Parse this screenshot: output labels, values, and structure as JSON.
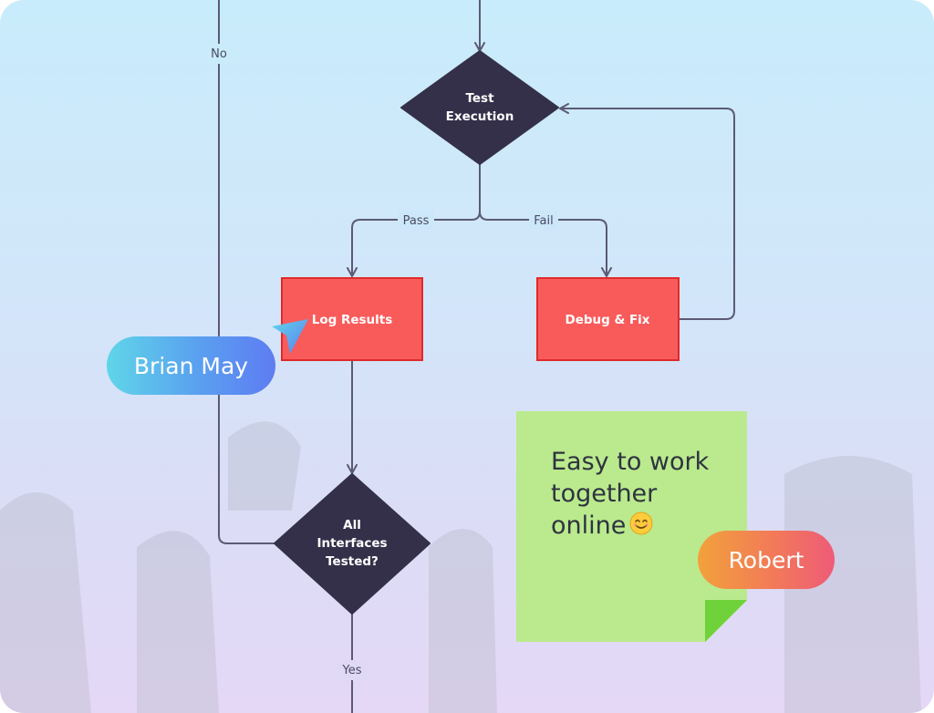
{
  "nodes": {
    "test_execution": {
      "line1": "Test",
      "line2": "Execution"
    },
    "log_results": {
      "label": "Log Results"
    },
    "debug_fix": {
      "label": "Debug & Fix"
    },
    "all_tested": {
      "line1": "All",
      "line2": "Interfaces",
      "line3": "Tested?"
    }
  },
  "edges": {
    "no": "No",
    "pass": "Pass",
    "fail": "Fail",
    "yes": "Yes"
  },
  "collaborators": [
    {
      "name": "Brian May",
      "color": "#5a9ff0"
    },
    {
      "name": "Robert",
      "color": "#f27a58"
    }
  ],
  "sticky_note": {
    "line1": "Easy to work",
    "line2": "together",
    "line3": "online",
    "emoji_icon": "smiling-face-icon",
    "color": "#baea8d"
  },
  "colors": {
    "decision": "#34304a",
    "process": "#f95b5b",
    "process_border": "#e02a2a",
    "connector": "#5b5a75"
  }
}
